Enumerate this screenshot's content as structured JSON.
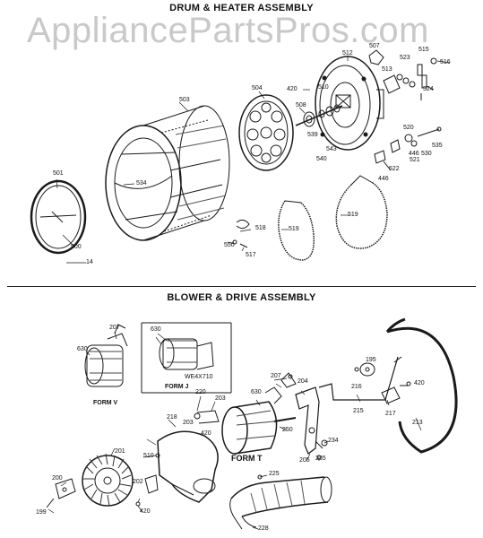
{
  "titles": {
    "drum": "DRUM & HEATER ASSEMBLY",
    "blower": "BLOWER & DRIVE ASSEMBLY"
  },
  "watermark": "AppliancePartsPros.com",
  "drum_labels": {
    "p503": "503",
    "p504": "504",
    "p512": "512",
    "p507": "507",
    "p420": "420",
    "p508": "508",
    "p510": "510",
    "p513": "513",
    "p523": "523",
    "p515": "515",
    "p516": "516",
    "p524": "524",
    "p539": "539",
    "p540": "540",
    "p543": "543",
    "p520": "520",
    "p535": "535",
    "p521": "521",
    "p446a": "446",
    "p530": "530",
    "p522": "522",
    "p446b": "446",
    "p501": "501",
    "p534": "534",
    "p500": "500",
    "p14": "14",
    "p518": "518",
    "p550": "550",
    "p517": "517",
    "p519a": "519",
    "p519b": "519"
  },
  "blower_labels": {
    "p207a": "207",
    "p630a": "630",
    "p630b": "630",
    "we4x710": "WE4X710",
    "p195": "195",
    "p216": "216",
    "p420a": "420",
    "p207b": "207",
    "p204": "204",
    "p220": "220",
    "p203": "203",
    "p630c": "630",
    "p218": "218",
    "p203b": "203",
    "p420b": "420",
    "p250": "250",
    "p215": "215",
    "p217": "217",
    "p213": "213",
    "p234": "234",
    "p510": "510",
    "p205": "205",
    "p235": "235",
    "p201": "201",
    "p225": "225",
    "p200": "200",
    "p202": "202",
    "p199": "199",
    "p420c": "420",
    "p228": "228"
  },
  "forms": {
    "form_v": "FORM V",
    "form_j": "FORM J",
    "form_t": "FORM T"
  }
}
